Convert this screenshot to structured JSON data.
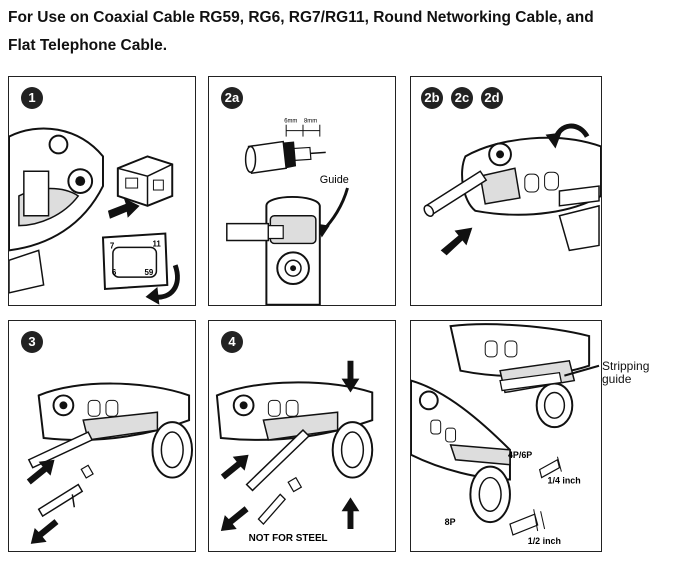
{
  "heading": {
    "line1": "For Use on Coaxial Cable RG59, RG6, RG7/RG11, Round Networking Cable, and",
    "line2": "Flat Telephone Cable."
  },
  "steps": {
    "s1": "1",
    "s2a": "2a",
    "s2b": "2b",
    "s2c": "2c",
    "s2d": "2d",
    "s3": "3",
    "s4": "4"
  },
  "panel1": {
    "cassette_7": "7",
    "cassette_11": "11",
    "cassette_6": "6",
    "cassette_59": "59"
  },
  "panel2a": {
    "dim_left": "6mm",
    "dim_right": "8mm",
    "guide": "Guide"
  },
  "panel4": {
    "warning": "NOT FOR STEEL"
  },
  "panel6": {
    "stripping_guide_line1": "Stripping",
    "stripping_guide_line2": "guide",
    "connector_4p6p": "4P/6P",
    "quarter_inch": "1/4 inch",
    "connector_8p": "8P",
    "half_inch": "1/2 inch"
  }
}
